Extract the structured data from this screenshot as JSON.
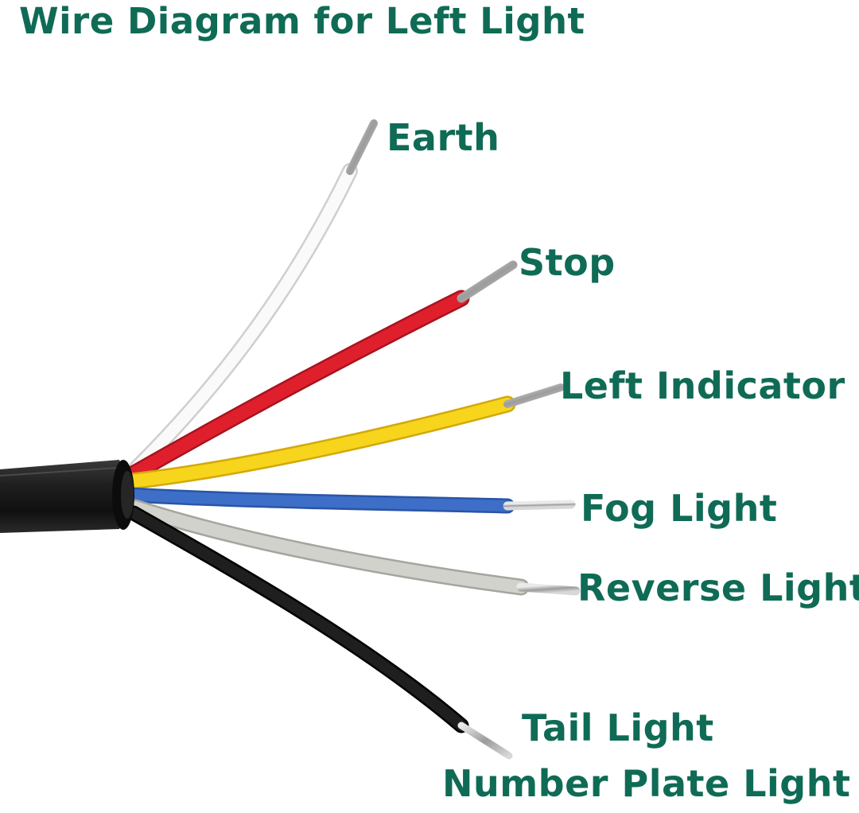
{
  "title": "Wire Diagram for Left Light",
  "wires": [
    {
      "label": "Earth",
      "color": "#f4f4f4"
    },
    {
      "label": "Stop",
      "color": "#e01f2d"
    },
    {
      "label": "Left Indicator",
      "color": "#f7d51c"
    },
    {
      "label": "Fog Light",
      "color": "#3d6fc8"
    },
    {
      "label": "Reverse Light",
      "color": "#c9c9c4"
    },
    {
      "label": "Tail Light",
      "color": "#1a1a1a"
    },
    {
      "label": "Number Plate Light",
      "color": "#1a1a1a"
    }
  ],
  "colors": {
    "label_text": "#0f6b55",
    "cable_sheath": "#1c1c1c",
    "copper_tip": "#b8b8b8"
  }
}
